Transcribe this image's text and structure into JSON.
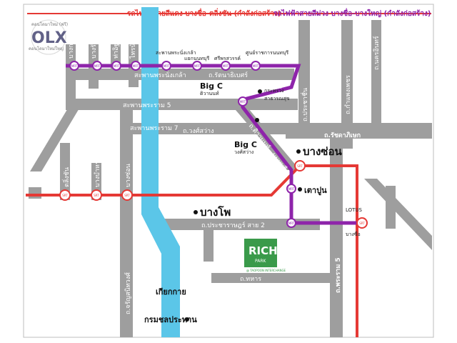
{
  "legend": {
    "red_line": "รถไฟฟ้าสายสีแดง บางซื่อ-ตลิ่งชัน (กำลังก่อสร้าง)",
    "purple_line": "รถไฟฟ้าสายสีม่วง บางซื่อ-บางใหญ่ (กำลังก่อสร้าง)",
    "red_color": "#e53935",
    "purple_color": "#8e24aa",
    "road_color": "#9e9e9e",
    "river_color": "#5bc6e8"
  },
  "watermark": {
    "logo": "OLX",
    "line1": "คอนโดมาใหม่ (ฟรี)",
    "line2": "คอนโดมาใหม่ใหญ่"
  },
  "roads": {
    "bangkruai": "บางกรวย",
    "bangrakyai": "บางรักใหญ่",
    "thaitit": "ท่าอิฐ",
    "sainoi": "ไทรน้อย",
    "saphan_phranangklao": "สะพานพระนั่งเกล้า",
    "ratanathibet": "ถ.รัตนาธิเบศร์",
    "saphan_rama5": "สะพานพระราม 5",
    "saphan_rama7": "สะพานพระราม 7",
    "wongsawang": "ถ.วงศ์สว่าง",
    "ratchadaphisek": "ถ.รัชดาภิเษก",
    "nakhonin": "ถ.นครอินทร์",
    "prachachuen": "ถ.ประชาชื่น",
    "kamphaengphet": "ถ.กำแพงเพชร",
    "charansanitwong": "ถ.จรัญสนิทวงศ์",
    "prachaharat_sai2": "ถ.ประชาราษฎร์ สาย 2",
    "thahan": "ถ.ทหาร",
    "rama5": "ถ.พระราม 5",
    "talingchan": "ตลิ่งชัน",
    "bangbamru": "บางบำหรุ",
    "bangson_road": "บางซ่อน"
  },
  "stations_top": [
    "สะพานพระนั่งเกล้า",
    "แยกนนทบุรี",
    "ศรีพรสวรรค์",
    "ศูนย์ราชการนนทบุรี"
  ],
  "station_marker": "MRT",
  "red_station_marker": "SRT",
  "places": {
    "bigc_tiwanon": "Big C",
    "bigc_tiwanon_sub": "ติวานนท์",
    "bigc_wongsawang": "Big C",
    "bigc_wongsawang_sub": "วงศ์สว่าง",
    "ministry": "กระทรวง",
    "ministry_sub": "สาธารณสุข",
    "tiwanon": "ถ.ติวานนท์",
    "tiwanon_diag": "ถ.ติวานนท์ - นนทบุรี",
    "bangson": "บางซ่อน",
    "bangpho": "บางโพ",
    "taopoon": "เตาปูน",
    "lotus": "LOTUS",
    "bangsue": "บางซื่อ",
    "kiakkai": "เกียกกาย",
    "chonprathan": "กรมชลประทาน"
  },
  "project": {
    "name": "RICH",
    "name2": "PARK",
    "tagline": "@ TAOPOON INTERCHANGE",
    "color": "#3a9a4a"
  }
}
